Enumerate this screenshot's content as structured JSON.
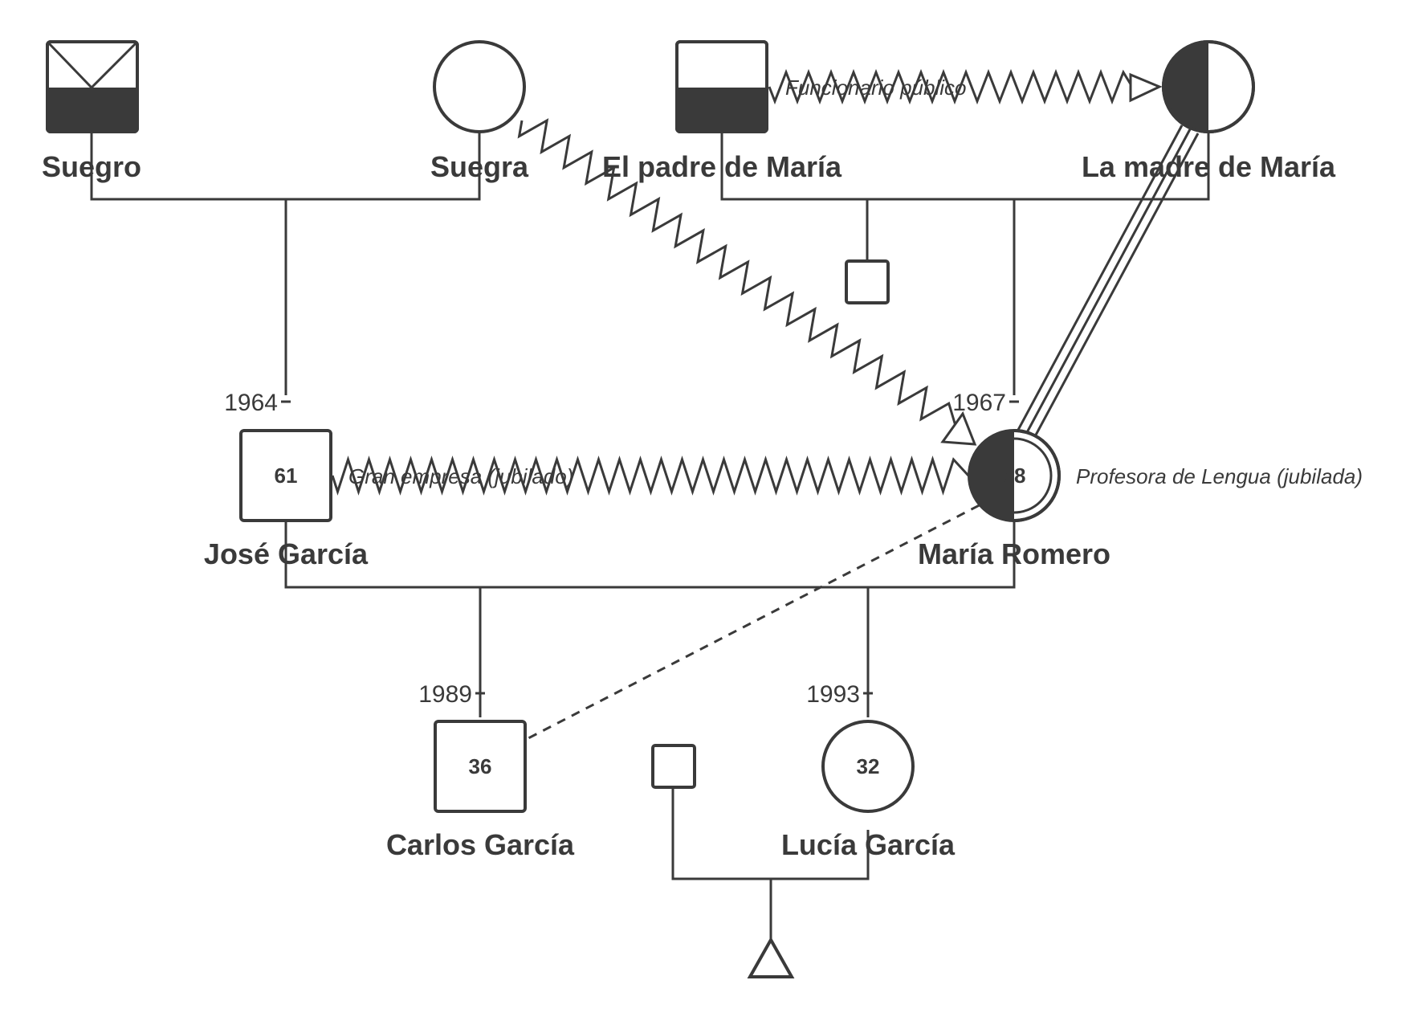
{
  "people": {
    "suegro": {
      "name": "Suegro"
    },
    "suegra": {
      "name": "Suegra"
    },
    "padre_maria": {
      "name": "El padre de María"
    },
    "madre_maria": {
      "name": "La madre de María"
    },
    "jose": {
      "name": "José García",
      "year": "1964",
      "age": "61"
    },
    "maria": {
      "name": "María Romero",
      "year": "1967",
      "age": "58"
    },
    "carlos": {
      "name": "Carlos García",
      "year": "1989",
      "age": "36"
    },
    "lucia": {
      "name": "Lucía García",
      "year": "1993",
      "age": "32"
    }
  },
  "relations": {
    "padre_to_madre": "Funcionario público",
    "jose_to_maria": "Gran empresa (jubilado)",
    "maria_note": "Profesora de Lengua (jubilada)"
  },
  "colors": {
    "ink": "#3a3a3a",
    "background": "#ffffff"
  }
}
